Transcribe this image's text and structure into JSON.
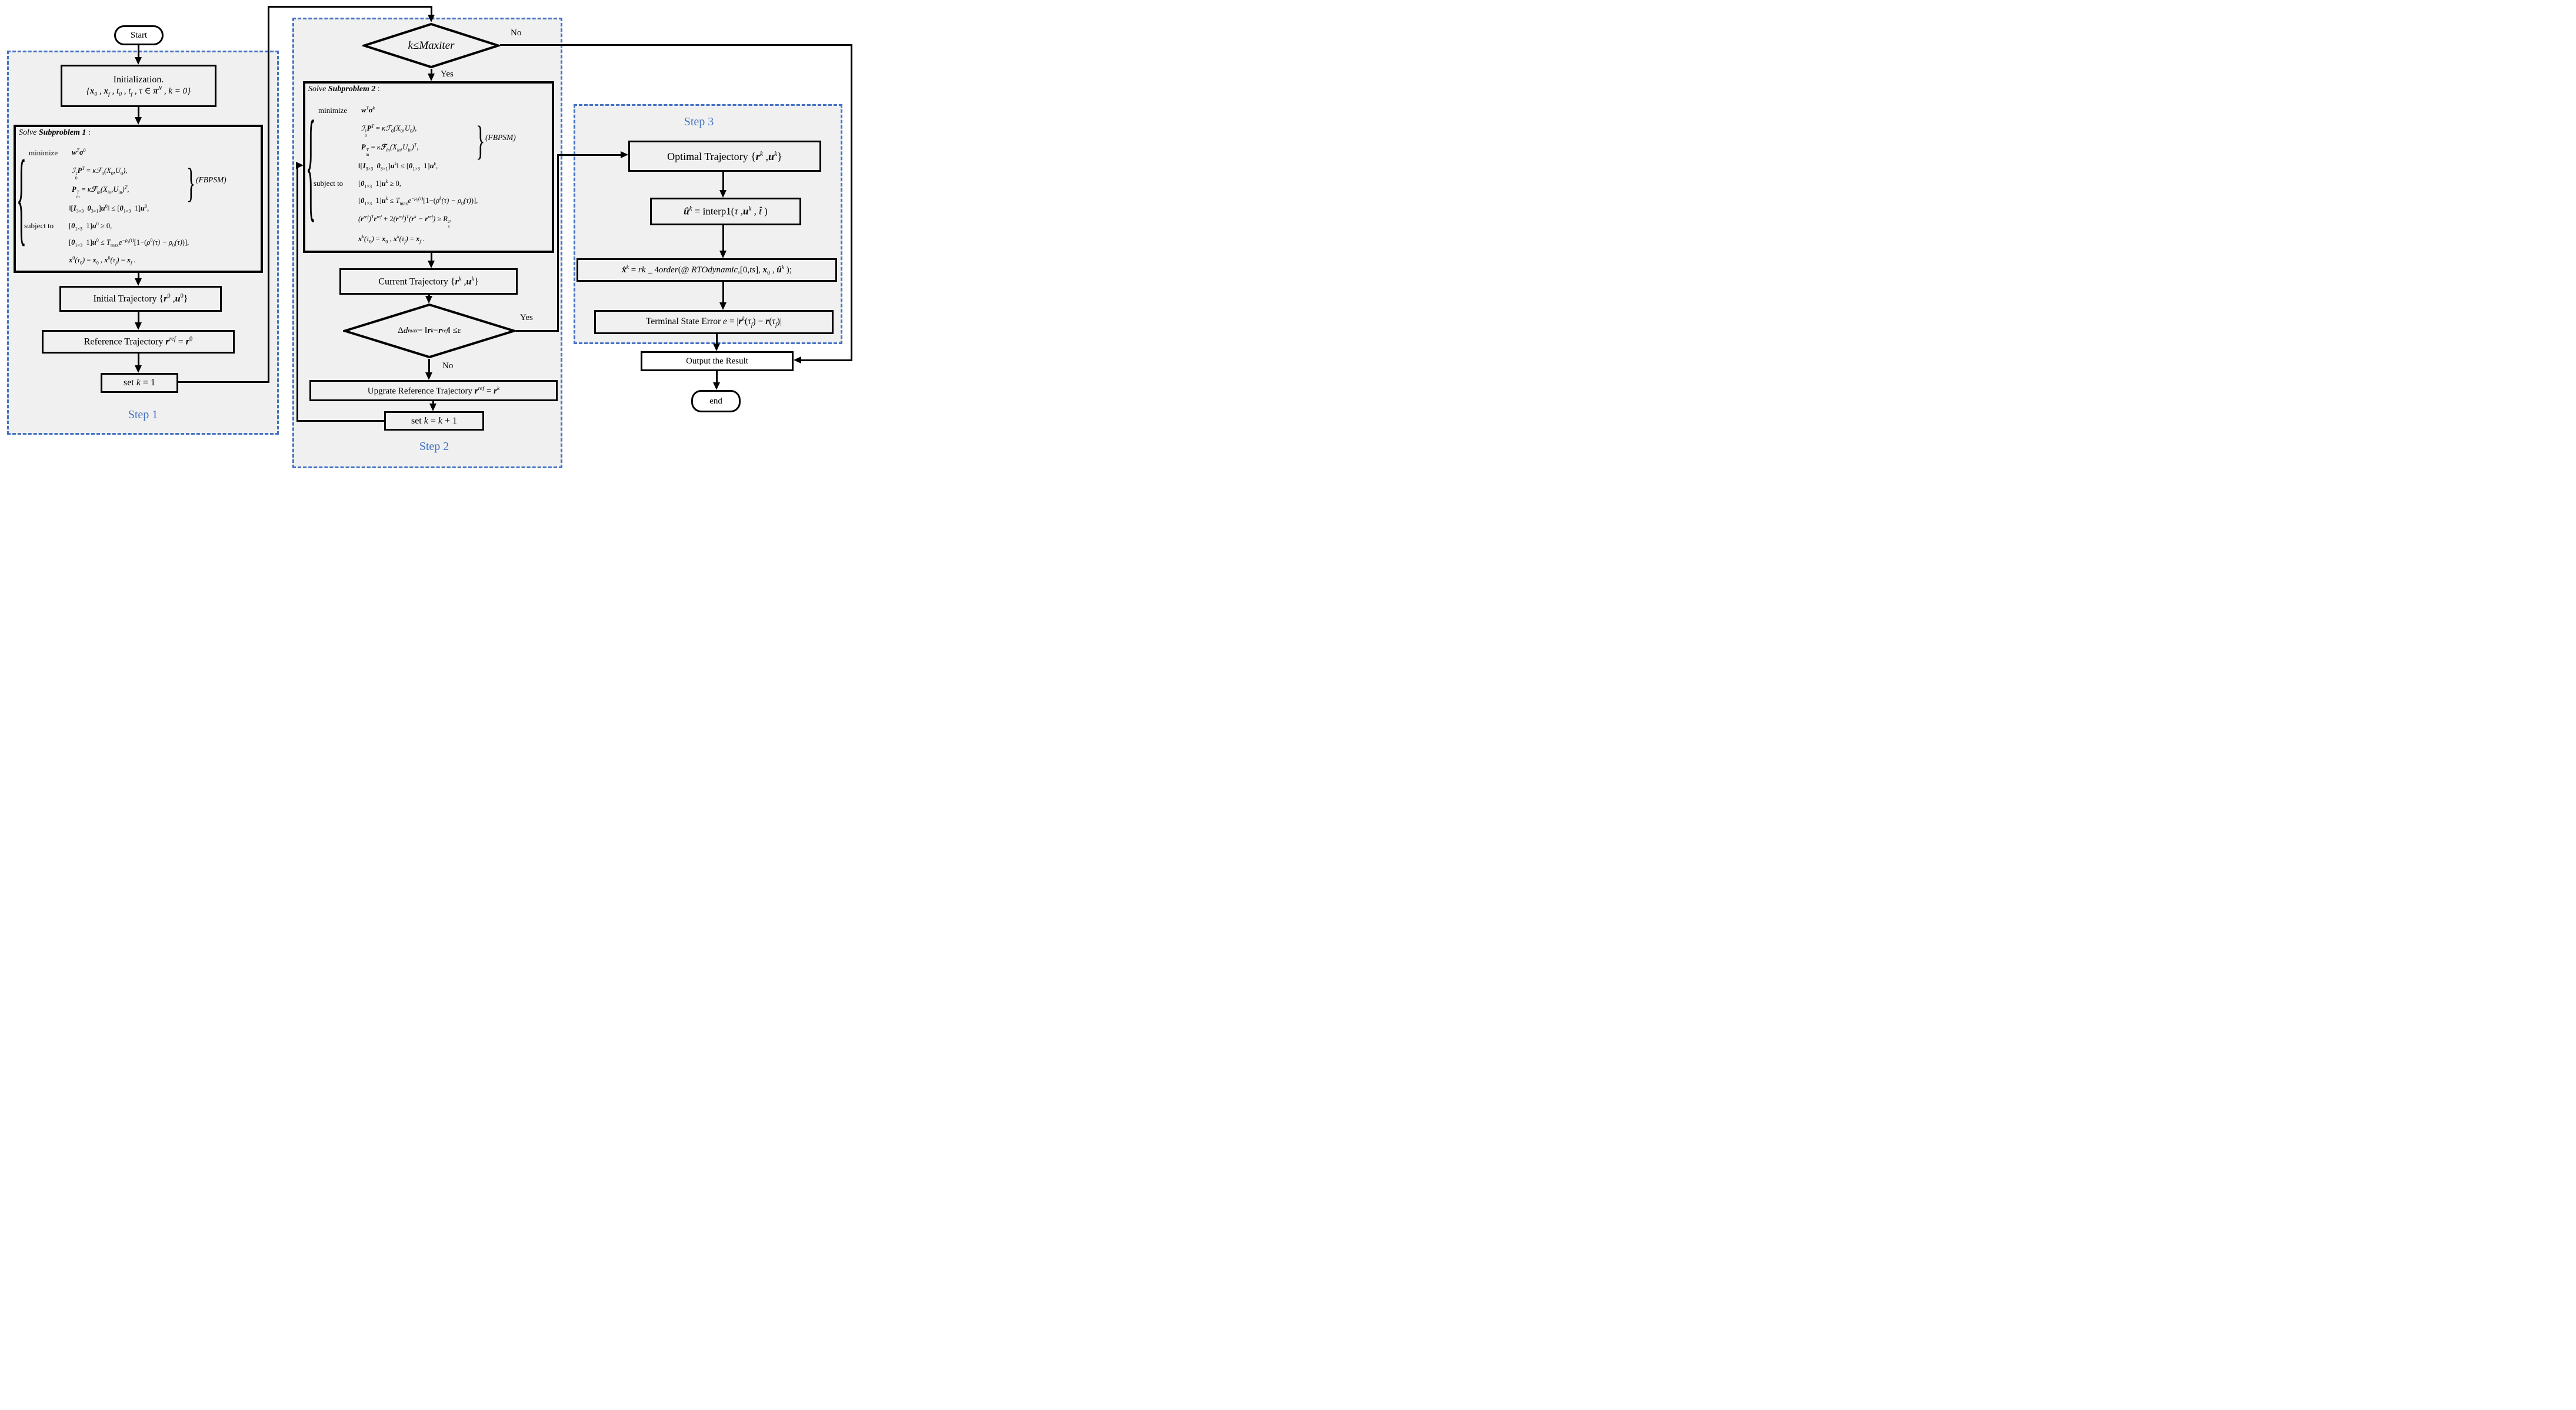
{
  "colors": {
    "accent_blue": "#4472C4",
    "region_fill": "#F0F0F0",
    "line_black": "#000000",
    "node_white": "#FFFFFF"
  },
  "labels": {
    "start": "Start",
    "end": "end",
    "yes_maxiter": "Yes",
    "no_maxiter": "No",
    "yes_converge": "Yes",
    "no_converge": "No",
    "step1": "Step 1",
    "step2": "Step 2",
    "step3": "Step 3"
  },
  "nodes": {
    "initialization": {
      "line1": "Initialization.",
      "line2": "{<b><i>x</i></b><sub>0</sub> , <b><i>x</i></b><sub><i>f</i></sub> , <i>t</i><sub>0</sub> , <i>t</i><sub><i>f</i></sub> , <i>&#964;</i> &#8712; <b><i>&#960;</i></b><sup><i>N</i></sup> , <i>k</i> = 0}"
    },
    "subproblem1": {
      "title": "<i>Solve</i> <b><i>Subproblem 1</i></b> :",
      "minimize_label": "minimize",
      "objective": "<b>w</b><sup>T</sup><b>&#963;</b><sup class=roman>0</sup>",
      "fbpsm_eq1": "&#8464;<span class=ss><span class=roman>1</span><span class=roman>0</span></span><b>P</b><sup>T</sup> <span class=roman>=</span> &#954;&#8497;<sub class=roman>0</sub>(X<sub class=roman>0</sub>,U<sub class=roman>0</sub>),",
      "fbpsm_eq2": "<b>P</b><span class=ss><span>T</span><span>in</span></span> <span class=roman>=</span> &#954;<b>&#8497;</b><sub>in</sub>(X<sub>in</sub>,U<sub>in</sub>)<sup>T</sup>,",
      "fbpsm_tag": "(FBPSM)",
      "norm_con": "<span class=roman>&#8214;[</span><b>I</b><sub class=roman>3&#215;3</sub>&nbsp;&nbsp;<b>0</b><sub class=roman>3&#215;1</sub><span class=roman>]</span><b>u</b><sup class=roman>0</sup><span class=roman>&#8214;</span> &#8804; <span class=roman>[</span><b>0</b><sub class=roman>1&#215;3</sub>&nbsp;&nbsp;<span class=roman>1]</span><b>u</b><sup class=roman>0</sup>,",
      "subject_label": "subject to",
      "con1": "<span class=roman>[</span><b>0</b><sub class=roman>1&#215;3</sub>&nbsp;&nbsp;<span class=roman>1]</span><b>u</b><sup class=roman>0</sup> &#8805; <span class=roman>0,</span>",
      "con2": "<span class=roman>[</span><b>0</b><sub class=roman>1&#215;3</sub>&nbsp;&nbsp;<span class=roman>1]</span><b>u</b><sup class=roman>0</sup> &#8804; T<sub class=roman>max</sub>e<sup>&#8722;&#961;<sub class=roman>0</sub>(&#964;)</sup><span class=roman>[1&#8722;(</span>&#961;<sup class=roman>0</sup>(&#964;) &#8722; &#961;<sub class=roman>0</sub>(&#964;)<span class=roman>)],</span>",
      "boundary": "<b>x</b><sup class=roman>0</sup>(&#964;<sub class=roman>0</sub>) <span class=roman>=</span> <b>x</b><sub class=roman>0</sub> , <b>x</b><sup class=roman>0</sup>(&#964;<sub><i>f</i></sub>) <span class=roman>=</span> <b>x</b><sub><i>f</i></sub> ."
    },
    "initial_trajectory": "Initial Trajectory {<b><i>r</i></b><sup>0</sup> ,<b><i>u</i></b><sup>0</sup>}",
    "reference_trajectory": "Reference Trajectory <b><i>r</i></b><sup><i>ref</i></sup> = <b><i>r</i></b><sup>0</sup>",
    "set_k_1": "set <i>k</i> = 1",
    "maxiter_condition": "<i>k</i> &#8804; <i>Maxiter</i>",
    "subproblem2": {
      "title": "<i>Solve</i> <b><i>Subproblem 2</i></b> :",
      "minimize_label": "minimize",
      "objective": "<b>w</b><sup>T</sup><b>&#963;</b><sup>k</sup>",
      "fbpsm_eq1": "&#8464;<span class=ss><span class=roman>1</span><span class=roman>0</span></span><b>P</b><sup>T</sup> <span class=roman>=</span> &#954;&#8497;<sub class=roman>0</sub>(X<sub class=roman>0</sub>,U<sub class=roman>0</sub>),",
      "fbpsm_eq2": "<b>P</b><span class=ss><span>T</span><span>in</span></span> <span class=roman>=</span> &#954;<b>&#8497;</b><sub>in</sub>(X<sub>in</sub>,U<sub>in</sub>)<sup>T</sup>,",
      "fbpsm_tag": "(FBPSM)",
      "norm_con": "<span class=roman>&#8214;[</span><b>I</b><sub class=roman>3&#215;3</sub>&nbsp;&nbsp;<b>0</b><sub class=roman>3&#215;1</sub><span class=roman>]</span><b>u</b><sup>k</sup><span class=roman>&#8214;</span> &#8804; <span class=roman>[</span><b>0</b><sub class=roman>1&#215;3</sub>&nbsp;&nbsp;<span class=roman>1]</span><b>u</b><sup>k</sup>,",
      "subject_label": "subject to",
      "con1": "<span class=roman>[</span><b>0</b><sub class=roman>1&#215;3</sub>&nbsp;&nbsp;<span class=roman>1]</span><b>u</b><sup>k</sup> &#8805; <span class=roman>0,</span>",
      "con2": "<span class=roman>[</span><b>0</b><sub class=roman>1&#215;3</sub>&nbsp;&nbsp;<span class=roman>1]</span><b>u</b><sup>k</sup> &#8804; T<sub class=roman>max</sub>e<sup>&#8722;&#961;<sub class=roman>0</sub>(&#964;)</sup><span class=roman>[1&#8722;(</span>&#961;<sup>k</sup>(&#964;) &#8722; &#961;<sub class=roman>0</sub>(&#964;)<span class=roman>)],</span>",
      "con3": "(<b>r</b><sup>ref</sup>)<sup>T</sup><b>r</b><sup>ref</sup> <span class=roman>+ 2</span>(<b>r</b><sup>ref</sup>)<sup>T</sup>(<b>r</b><sup>k</sup> &#8722; <b>r</b><sup>ref</sup>) &#8805; R<span class=ss><span class=roman>2</span><span>s</span></span>,",
      "boundary": "<b>x</b><sup>k</sup>(&#964;<sub class=roman>0</sub>) <span class=roman>=</span> <b>x</b><sub class=roman>0</sub> , <b>x</b><sup>k</sup>(&#964;<sub><i>f</i></sub>) <span class=roman>=</span> <b>x</b><sub><i>f</i></sub> ."
    },
    "current_trajectory": "Current Trajectory {<b><i>r</i></b><sup><i>k</i></sup> ,<b><i>u</i></b><sup><i>k</i></sup>}",
    "converge_condition": "&#916;<i>d</i><sub>max</sub> = &#8214;<b><i>r</i></b><sup><i>k</i></sup> &#8722; <b><i>r</i></b><sup><i>ref</i></sup>&#8214; &#8804; <i>&#949;</i>",
    "upgrade_reference": "Upgrate Reference Trajectory <b><i>r</i></b><sup><i>ref</i></sup> = <b><i>r</i></b><sup><i>k</i></sup>",
    "set_k_k1": "set <i>k</i> = <i>k</i> + 1",
    "optimal_trajectory": "Optimal Trajectory {<b><i>r</i></b><sup><i>k</i></sup> ,<b><i>u</i></b><sup><i>k</i></sup>}",
    "interp": "<b><i>u&#770;</i></b><sup><i>k</i></sup> = interp1(<i>&#964;</i> ,<b><i>u</i></b><sup><i>k</i></sup> , <i>t&#770;</i> )",
    "rk4": "<b><i>x&#770;</i></b><sup><i>k</i></sup> = <i>rk</i> _ 4<i>order</i>(@ <i>RTOdynamic</i>,[0,<i>ts</i>], <b><i>x</i></b><sub>0</sub> , <b><i>u&#770;</i></b><sup><i>k</i></sup> );",
    "terminal_error": "Terminal State Error <i>e</i> = |<b><i>r</i></b><sup><i>k</i></sup>(<i>&#964;</i><sub><i>f</i></sub>) &#8722; <b><i>r</i></b>(<i>&#964;</i><sub><i>f</i></sub>)|",
    "output_result": "Output the Result"
  }
}
